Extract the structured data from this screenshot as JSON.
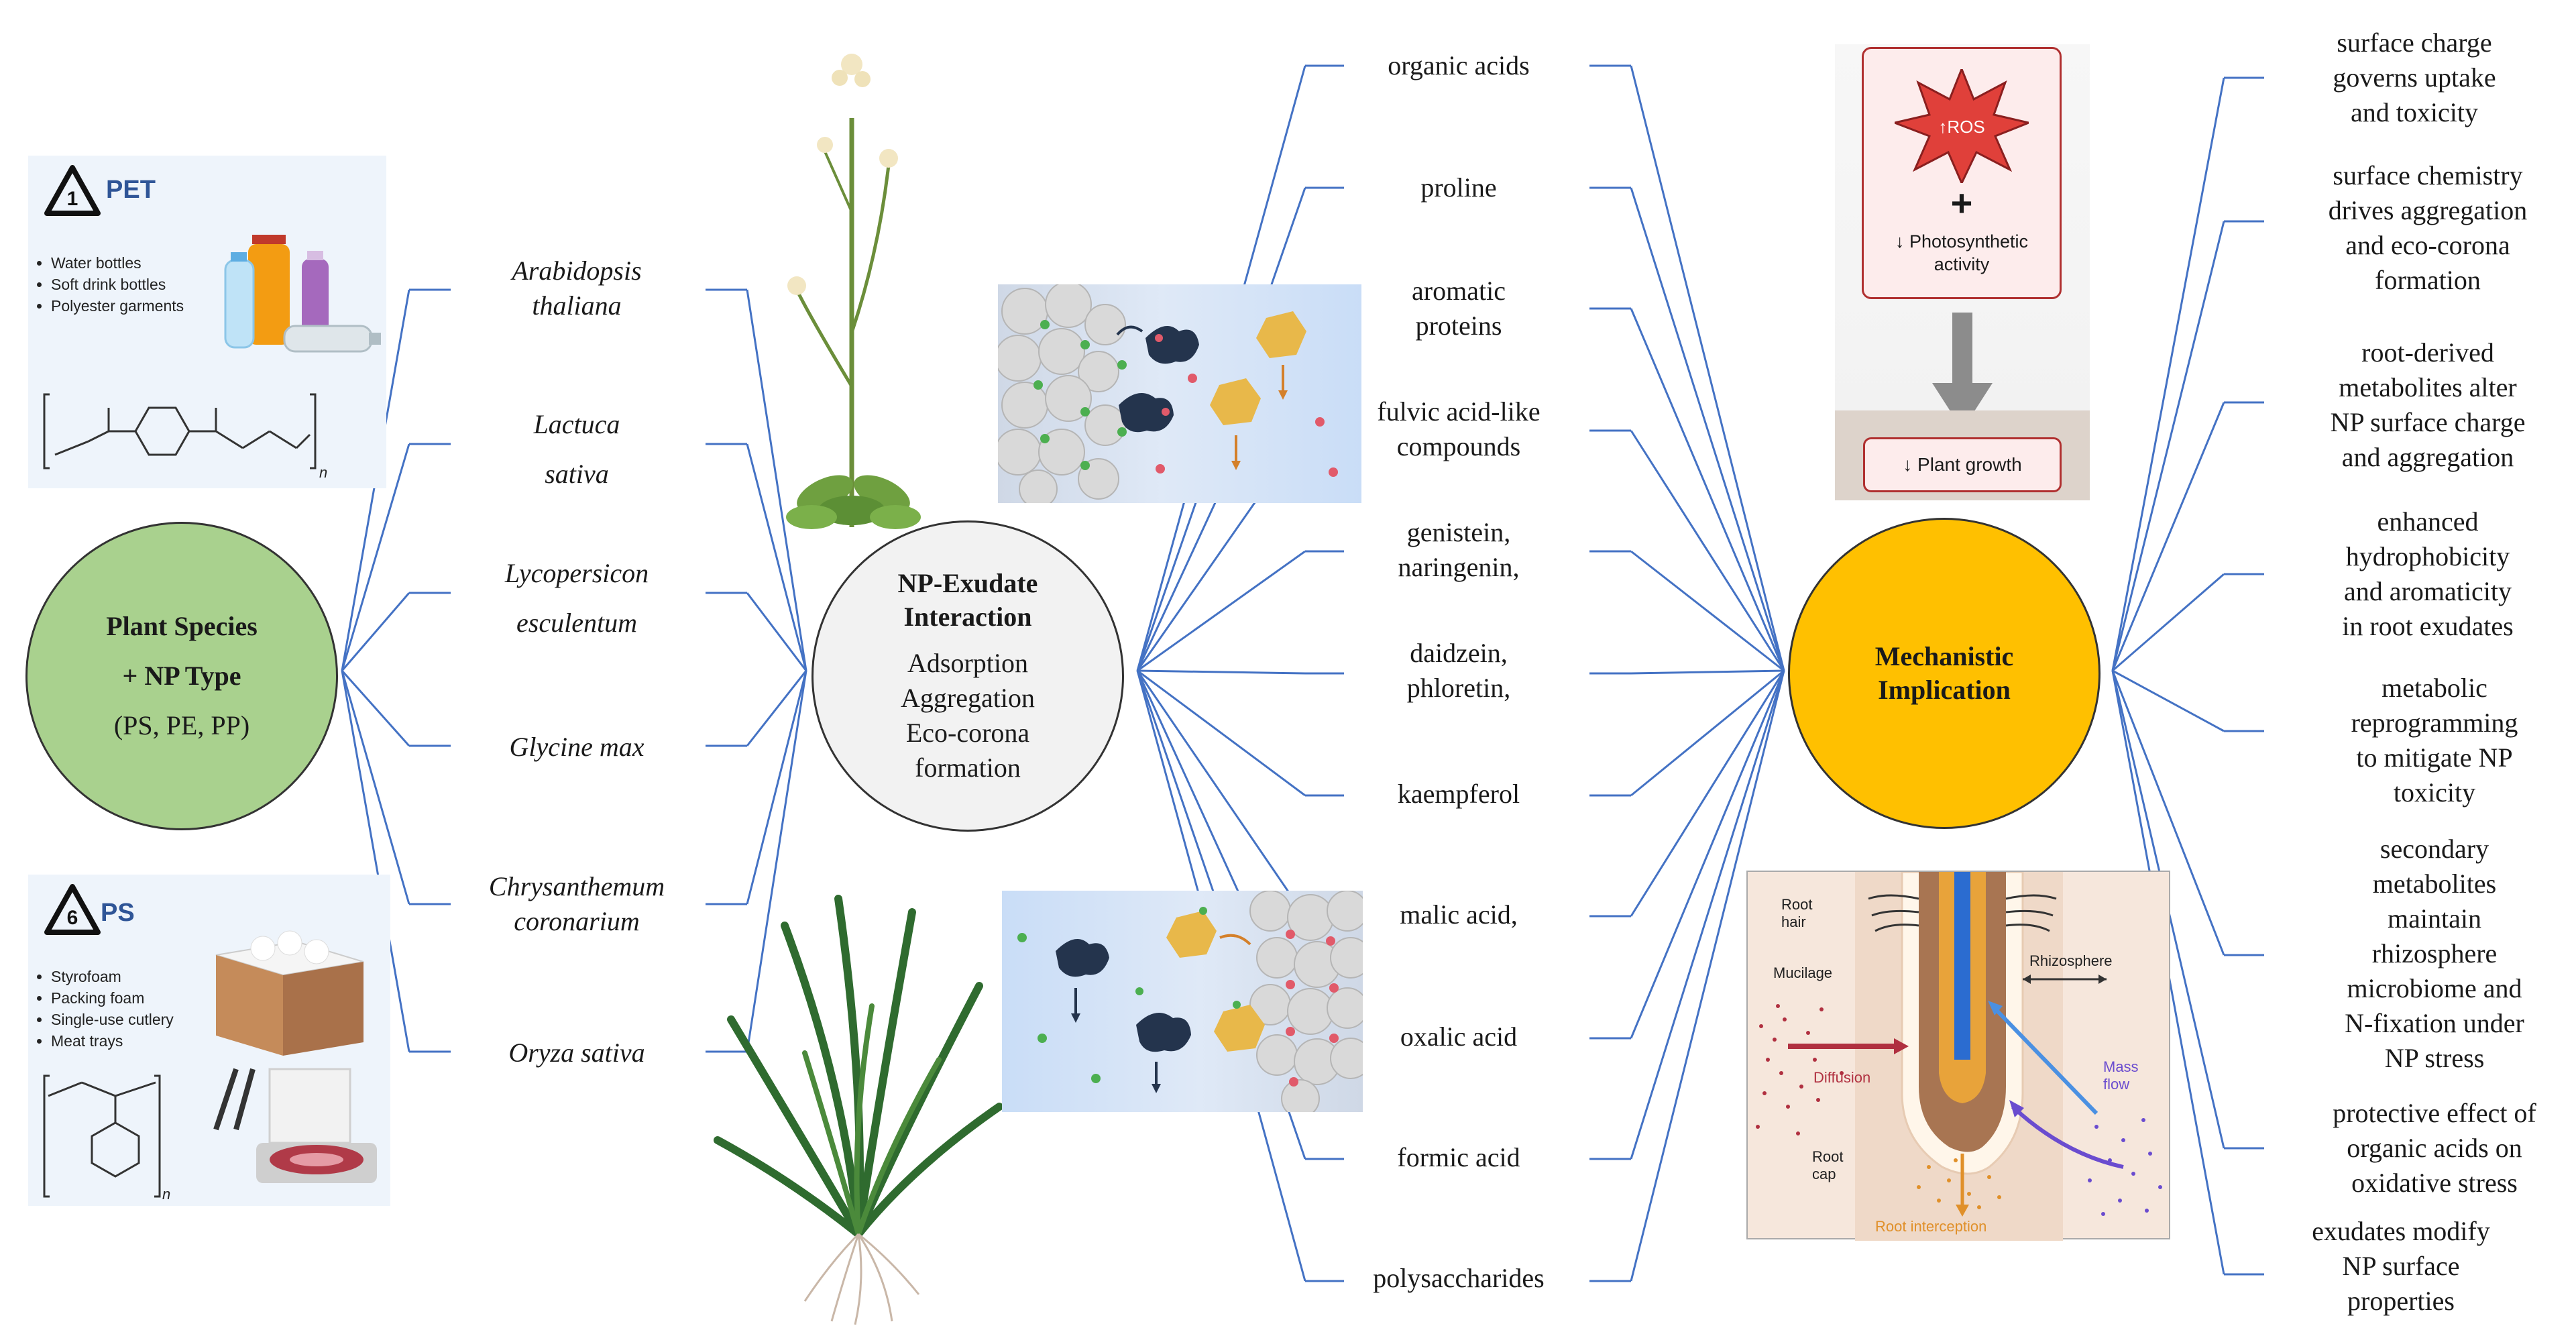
{
  "circles": {
    "left": {
      "title_line1": "Plant Species",
      "title_line2": "+ NP Type",
      "subtitle": "(PS, PE, PP)",
      "fill": "#a9d18e"
    },
    "center": {
      "title_line1": "NP-Exudate",
      "title_line2": "Interaction",
      "body": [
        "Adsorption",
        "Aggregation",
        "Eco-corona",
        "formation"
      ],
      "fill": "#f2f2f2"
    },
    "right": {
      "title_line1": "Mechanistic",
      "title_line2": "Implication",
      "fill": "#ffc000"
    }
  },
  "species": [
    [
      "Arabidopsis",
      "thaliana"
    ],
    [
      "Lactuca",
      "sativa"
    ],
    [
      "Lycopersicon",
      "esculentum"
    ],
    [
      "Glycine max"
    ],
    [
      "Chrysanthemum",
      "coronarium"
    ],
    [
      "Oryza sativa"
    ]
  ],
  "exudates": [
    [
      "organic acids"
    ],
    [
      "proline"
    ],
    [
      "aromatic",
      "proteins"
    ],
    [
      "fulvic acid-like",
      "compounds"
    ],
    [
      "genistein,",
      "naringenin,"
    ],
    [
      "daidzein,",
      "phloretin,"
    ],
    [
      "kaempferol"
    ],
    [
      "malic acid,"
    ],
    [
      "oxalic acid"
    ],
    [
      "formic acid"
    ],
    [
      "polysaccharides"
    ]
  ],
  "implications": [
    [
      "surface charge",
      "governs uptake",
      "and toxicity"
    ],
    [
      "surface chemistry",
      "drives aggregation",
      "and eco-corona",
      "formation"
    ],
    [
      "root-derived",
      "metabolites alter",
      "NP surface charge",
      "and aggregation"
    ],
    [
      "enhanced",
      "hydrophobicity",
      "and aromaticity",
      "in root exudates"
    ],
    [
      "metabolic",
      "reprogramming",
      "to mitigate NP",
      "toxicity"
    ],
    [
      "secondary",
      "metabolites",
      "maintain",
      "rhizosphere",
      "microbiome and",
      "N-fixation under",
      "NP stress"
    ],
    [
      "protective effect of",
      "organic acids on",
      "oxidative stress"
    ],
    [
      "exudates modify",
      "NP surface",
      "properties"
    ]
  ],
  "pet_panel": {
    "code": "1",
    "title": "PET",
    "items": [
      "Water bottles",
      "Soft drink bottles",
      "Polyester garments"
    ],
    "subscript": "n"
  },
  "ps_panel": {
    "code": "6",
    "title": "PS",
    "items": [
      "Styrofoam",
      "Packing foam",
      "Single-use cutlery",
      "Meat trays"
    ],
    "subscript": "n"
  },
  "ros_panel": {
    "ros": "↑ROS",
    "plus": "+",
    "photo": [
      "↓ Photosynthetic",
      "activity"
    ],
    "growth": "↓ Plant growth"
  },
  "root_panel": {
    "root_hair": [
      "Root",
      "hair"
    ],
    "rhizosphere": "Rhizosphere",
    "mucilage": "Mucilage",
    "diffusion": "Diffusion",
    "mass_flow": [
      "Mass",
      "flow"
    ],
    "root_cap": [
      "Root",
      "cap"
    ],
    "root_interception": "Root interception"
  },
  "colors": {
    "connector": "#4472c4",
    "ros_star": "#e0403a",
    "panel_border": "#b03030",
    "pet_title": "#2f5597"
  }
}
